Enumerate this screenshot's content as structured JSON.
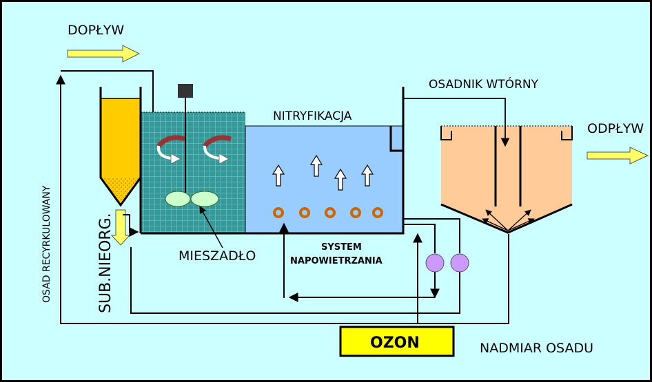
{
  "labels": {
    "inflow": "DOPŁYW",
    "outflow": "ODPŁYW",
    "secondary_clarifier": "OSADNIK WTÓRNY",
    "nitrification": "NITRYFIKACJA",
    "mixer": "MIESZADŁO",
    "aeration_line1": "SYSTEM",
    "aeration_line2": "NAPOWIETRZANIA",
    "inorganic": "SUB.NIEORG.",
    "recycled_sludge": "OSAD RECYRKULOWANY",
    "ozone": "OZON",
    "excess_sludge": "NADMIAR OSADU"
  },
  "colors": {
    "background": "#ccffff",
    "grit_tank": "#ffcc00",
    "mixing_tank": "#339999",
    "nitrification_tank": "#99ccff",
    "clarifier": "#ffcc99",
    "flow_arrow": "#ffff66",
    "ozone_box": "#ffff00",
    "diffuser": "#cc6600",
    "pump": "#cc99ff",
    "mixer_blade": "#993333",
    "impeller": "#ccffcc"
  }
}
